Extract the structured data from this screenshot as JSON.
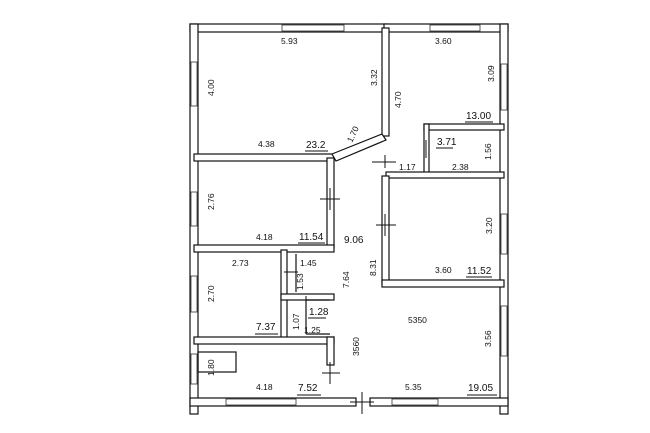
{
  "colors": {
    "wall": "#111111",
    "background": "#ffffff"
  },
  "labels": {
    "room1_width": "5.93",
    "room1_height": "4.00",
    "room1_right": "3.32",
    "room1_bottom": "4.38",
    "room1_area": "23.2",
    "room1_diag": "1.70",
    "room2_width": "3.60",
    "room2_left": "4.70",
    "room2_right": "3.09",
    "room2_area": "13.00",
    "closet_area": "3.71",
    "closet_height": "1.56",
    "closet_width": "2.38",
    "corridor_top": "1.17",
    "room3_height": "2.76",
    "room3_width": "4.18",
    "room3_area": "11.54",
    "hall_area": "9.06",
    "hall_vertical": "8.31",
    "hall_length": "7.64",
    "room4_height": "3.20",
    "room4_width": "3.60",
    "room4_area": "11.52",
    "room5_width": "2.73",
    "room5_height": "2.70",
    "room5_area": "7.37",
    "bath_top": "1.45",
    "bath_side": "1.53",
    "wc_area": "1.28",
    "wc_height": "1.07",
    "wc_width": "1.25",
    "living_dim": "5350",
    "living_vertical": "3560",
    "living_right": "3.56",
    "living_width": "5.35",
    "living_area": "19.05",
    "room6_height": "1.80",
    "room6_width": "4.18",
    "room6_area": "7.52"
  }
}
